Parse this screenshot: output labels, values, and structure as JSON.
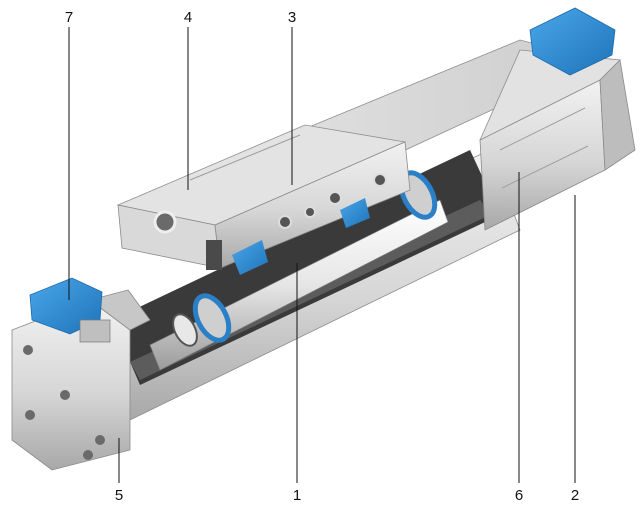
{
  "colors": {
    "aluminium_light": "#ececec",
    "aluminium_mid": "#cfcfcf",
    "aluminium_dark": "#9a9a9a",
    "shadow": "#6e6e6e",
    "cavity": "#3a3a3a",
    "accent_blue": "#2f8fd8",
    "ring_blue": "#2a7fc6",
    "line": "#111111"
  },
  "callouts": [
    {
      "id": "c1",
      "label": "1"
    },
    {
      "id": "c2",
      "label": "2"
    },
    {
      "id": "c3",
      "label": "3"
    },
    {
      "id": "c4",
      "label": "4"
    },
    {
      "id": "c5",
      "label": "5"
    },
    {
      "id": "c6",
      "label": "6"
    },
    {
      "id": "c7",
      "label": "7"
    }
  ],
  "icons": {
    "motor": "motor-housing",
    "slide": "slide-carriage",
    "piston": "piston-rod",
    "endcap": "end-cap",
    "sensor": "proximity-sensor"
  }
}
